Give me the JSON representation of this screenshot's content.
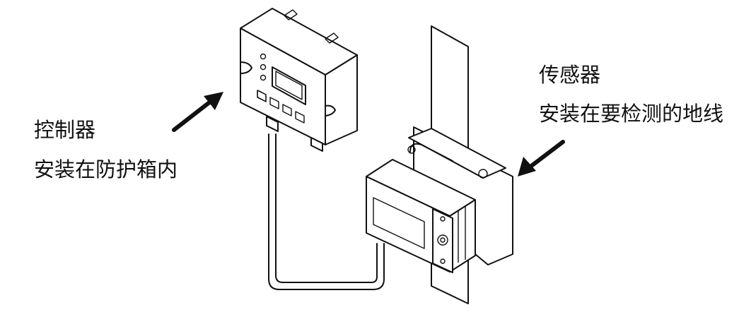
{
  "controller": {
    "name": "控制器",
    "note": "安装在防护箱内"
  },
  "sensor": {
    "name": "传感器",
    "note": "安装在要检测的地线"
  }
}
